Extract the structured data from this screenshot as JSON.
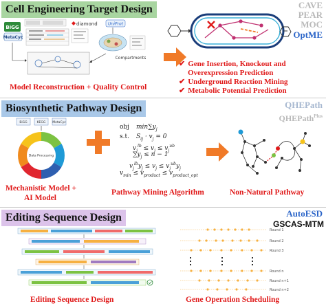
{
  "section1": {
    "title": "Cell Engineering Target Design",
    "caption": "Model Reconstruction + Quality Control",
    "tools": [
      "CAVE",
      "PEAR",
      "MOC",
      "OptME"
    ],
    "bullets": [
      "Gene Insertion, Knockout and",
      "Overexpression Prediction",
      "Underground Reaction Mining",
      "Metabolic Potential Prediction"
    ],
    "logos": {
      "bigg": "BiGG",
      "metacyc": "MetaCyc",
      "diamond": "diamond",
      "uniprot": "UniProt"
    },
    "compartments_label": "Compartments"
  },
  "section2": {
    "title": "Biosynthetic Pathway Design",
    "tools": [
      "QHEPath",
      "QHEPath"
    ],
    "tool_sup": "Plus",
    "caption_model_1": "Mechanistic Model +",
    "caption_model_2": "AI Model",
    "caption_algo": "Pathway Mining Algorithm",
    "caption_path": "Non-Natural Pathway",
    "db_labels": [
      "BiGG",
      "KEGG",
      "MetaCyc"
    ],
    "cycle_center": "Data Processing",
    "math": {
      "obj_label": "obj",
      "st_label": "s.t."
    }
  },
  "section3": {
    "title": "Editing Sequence Design",
    "tools": [
      "AutoESD",
      "GSCAS-MTM"
    ],
    "caption_left": "Editing Sequence Design",
    "caption_right": "Gene Operation Scheduling",
    "rounds": [
      "Round 1",
      "Round 2",
      "Round 3",
      "Round n",
      "Round n+1",
      "Round n+2"
    ]
  },
  "colors": {
    "title1_bg": "#a8d5a0",
    "title2_bg": "#a9c8e8",
    "title3_bg": "#dcc3ea",
    "arrow": "#f07a28",
    "plus": "#f07a28",
    "red_text": "#e01a1a",
    "tool_gray": "#b9b9b9",
    "tool_blue": "#2a64c8"
  }
}
